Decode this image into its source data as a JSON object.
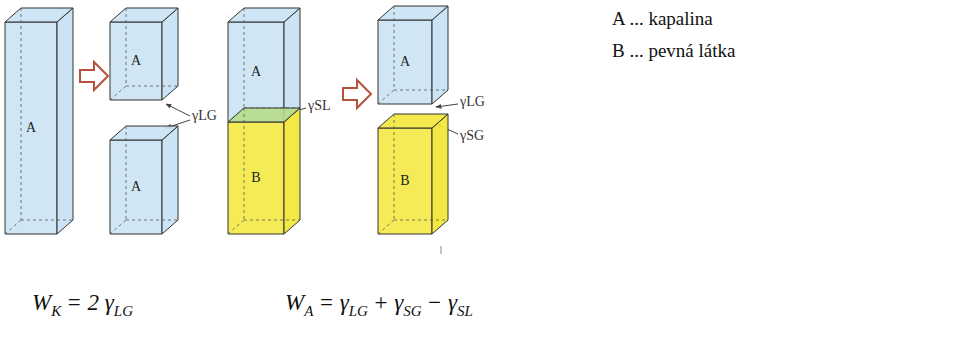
{
  "diagram": {
    "nodes": [
      {
        "text": [
          "A"
        ]
      },
      {
        "text": [
          "A"
        ]
      },
      {
        "text": [
          "A"
        ]
      },
      {
        "text": [
          "A"
        ]
      },
      {
        "text": [
          "B"
        ]
      },
      {
        "text": [
          "A"
        ]
      },
      {
        "text": [
          "B"
        ]
      }
    ],
    "labels": [
      "γLG",
      "W",
      "K",
      "= 2 γ",
      "LG",
      "γSL",
      "γLG",
      "γSG",
      "W",
      "A",
      "= γ",
      "LG",
      "+ γ",
      "SG",
      "− γ",
      "SL",
      "A ... kapalina",
      "B ... pevná látka"
    ]
  }
}
